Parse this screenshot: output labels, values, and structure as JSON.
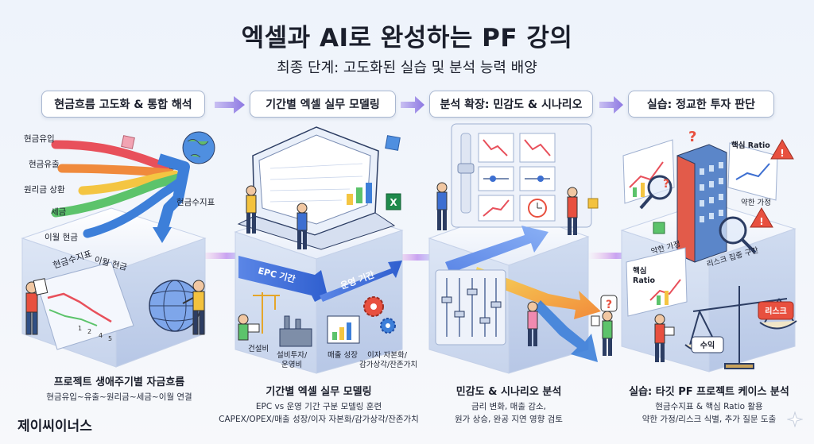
{
  "header": {
    "title": "엑셀과 AI로 완성하는 PF 강의",
    "subtitle": "최종 단계: 고도화된 실습 및 분석 능력 배양"
  },
  "stages": [
    {
      "label": "현금흐름 고도화 & 통합 해석",
      "caption_title": "프로젝트 생애주기별 자금흐름",
      "caption_lines": [
        "현금유입~유출~원리금~세금~이월 연결"
      ],
      "flow_labels": [
        "현금유입",
        "현금유출",
        "원리금 상환",
        "세금",
        "이월 현금"
      ],
      "extra_labels": {
        "cash_index": "현금수지표",
        "carry_cash": "이월 현금",
        "cube_label": "현금수지표",
        "chart_ticks": [
          "1",
          "2",
          "4",
          "5"
        ]
      }
    },
    {
      "label": "기간별 엑셀 실무 모델링",
      "caption_title": "기간별 엑셀 실무 모델링",
      "caption_lines": [
        "EPC vs 운영 기간 구분 모델링 훈련",
        "CAPEX/OPEX/매출 성장/이자 자본화/감가상각/잔존가치"
      ],
      "period_labels": [
        "EPC 기간",
        "운영 기간"
      ],
      "item_labels": [
        "건설비",
        "설비투자/\n운영비",
        "매출 성장",
        "이자 자본화/\n감가상각/잔존가치"
      ]
    },
    {
      "label": "분석 확장: 민감도 & 시나리오",
      "caption_title": "민감도 & 시나리오 분석",
      "caption_lines": [
        "금리 변화, 매출 감소,",
        "원가 상승, 완공 지연 영향 검토"
      ]
    },
    {
      "label": "실습: 정교한 투자 판단",
      "caption_title": "실습: 타깃 PF 프로젝트 케이스 분석",
      "caption_lines": [
        "현금수지표 & 핵심 Ratio 활용",
        "약한 가정/리스크 식별, 추가 질문 도출"
      ],
      "scene_labels": {
        "key_ratio_top": "핵심 Ratio",
        "weak_assumption": "약한 가정",
        "weak_assumption_2": "약한 가정",
        "risk_zone": "리스크 집중 구간",
        "key_ratio_board": "핵심\nRatio",
        "return": "수익",
        "risk": "리스크"
      }
    }
  ],
  "footer": {
    "brand": "제이씨이너스"
  },
  "colors": {
    "flow": [
      "#e8505b",
      "#f08a3c",
      "#f4c542",
      "#5cc36b",
      "#3d7fd9"
    ],
    "accent_blue": "#3d6fd1",
    "arrow_purple": "#9a86e6"
  }
}
